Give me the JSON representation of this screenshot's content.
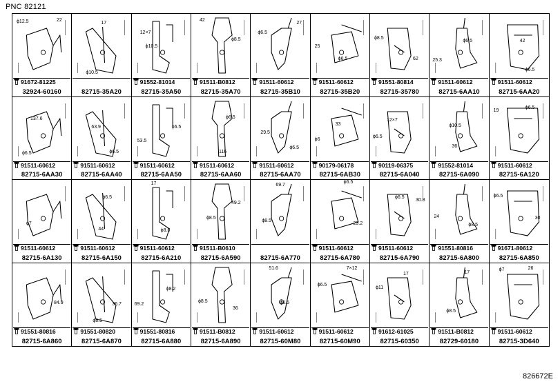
{
  "pnc": "PNC 82121",
  "footer_code": "826672E",
  "cells": [
    {
      "part": "32924-60160",
      "fastener": "91672-81225",
      "tags": [
        {
          "t": "ϕ12.5",
          "l": 6,
          "tp": 8
        },
        {
          "t": "22",
          "l": 64,
          "tp": 6
        }
      ]
    },
    {
      "part": "82715-35A20",
      "fastener": "",
      "tags": [
        {
          "t": "17",
          "l": 42,
          "tp": 10
        },
        {
          "t": "ϕ10.5",
          "l": 20,
          "tp": 82
        }
      ]
    },
    {
      "part": "82715-35A50",
      "fastener": "91552-81014",
      "tags": [
        {
          "t": "12×7",
          "l": 12,
          "tp": 24
        },
        {
          "t": "ϕ10.5",
          "l": 20,
          "tp": 44
        }
      ]
    },
    {
      "part": "82715-35A70",
      "fastener": "91511-B0812",
      "tags": [
        {
          "t": "42",
          "l": 12,
          "tp": 6
        },
        {
          "t": "ϕ8.5",
          "l": 58,
          "tp": 34
        }
      ]
    },
    {
      "part": "82715-35B10",
      "fastener": "91511-60612",
      "tags": [
        {
          "t": "ϕ6.5",
          "l": 10,
          "tp": 24
        },
        {
          "t": "27",
          "l": 66,
          "tp": 10
        }
      ]
    },
    {
      "part": "82715-35B20",
      "fastener": "91511-60612",
      "tags": [
        {
          "t": "25",
          "l": 6,
          "tp": 44
        },
        {
          "t": "ϕ6.5",
          "l": 40,
          "tp": 62
        }
      ]
    },
    {
      "part": "82715-35780",
      "fastener": "91551-80814",
      "tags": [
        {
          "t": "ϕ8.5",
          "l": 6,
          "tp": 32
        },
        {
          "t": "62",
          "l": 62,
          "tp": 62
        }
      ]
    },
    {
      "part": "82715-6AA10",
      "fastener": "91511-60612",
      "tags": [
        {
          "t": "ϕ6.5",
          "l": 48,
          "tp": 36
        },
        {
          "t": "25.3",
          "l": 4,
          "tp": 64
        }
      ]
    },
    {
      "part": "82715-6AA20",
      "fastener": "91511-60612",
      "tags": [
        {
          "t": "42",
          "l": 44,
          "tp": 36
        },
        {
          "t": "ϕ6.5",
          "l": 52,
          "tp": 78
        }
      ]
    },
    {
      "part": "82715-6AA30",
      "fastener": "91511-60612",
      "tags": [
        {
          "t": "137.6",
          "l": 26,
          "tp": 28
        },
        {
          "t": "ϕ6.5",
          "l": 14,
          "tp": 78
        }
      ]
    },
    {
      "part": "82715-6AA40",
      "fastener": "91511-60612",
      "tags": [
        {
          "t": "63.9",
          "l": 28,
          "tp": 40
        },
        {
          "t": "ϕ6.5",
          "l": 54,
          "tp": 76
        }
      ]
    },
    {
      "part": "82715-6AA50",
      "fastener": "91511-60612",
      "tags": [
        {
          "t": "ϕ6.5",
          "l": 58,
          "tp": 40
        },
        {
          "t": "53.5",
          "l": 8,
          "tp": 60
        }
      ]
    },
    {
      "part": "82715-6AA60",
      "fastener": "91511-60612",
      "tags": [
        {
          "t": "ϕ6.5",
          "l": 50,
          "tp": 26
        },
        {
          "t": "116",
          "l": 40,
          "tp": 76
        }
      ]
    },
    {
      "part": "82715-6AA70",
      "fastener": "91511-60612",
      "tags": [
        {
          "t": "29.5",
          "l": 14,
          "tp": 48
        },
        {
          "t": "ϕ6.5",
          "l": 56,
          "tp": 70
        }
      ]
    },
    {
      "part": "82715-6AB30",
      "fastener": "90179-06178",
      "tags": [
        {
          "t": "33",
          "l": 36,
          "tp": 36
        },
        {
          "t": "ϕ6",
          "l": 6,
          "tp": 58
        }
      ]
    },
    {
      "part": "82715-6A040",
      "fastener": "90119-06375",
      "tags": [
        {
          "t": "12×7",
          "l": 24,
          "tp": 30
        },
        {
          "t": "ϕ6.5",
          "l": 4,
          "tp": 54
        }
      ]
    },
    {
      "part": "82715-6A090",
      "fastener": "91552-81014",
      "tags": [
        {
          "t": "ϕ10.5",
          "l": 28,
          "tp": 38
        },
        {
          "t": "36",
          "l": 32,
          "tp": 68
        }
      ]
    },
    {
      "part": "82715-6A120",
      "fastener": "91511-60612",
      "tags": [
        {
          "t": "19",
          "l": 6,
          "tp": 16
        },
        {
          "t": "ϕ6.5",
          "l": 52,
          "tp": 12
        }
      ]
    },
    {
      "part": "82715-6A130",
      "fastener": "91511-60612",
      "tags": [
        {
          "t": "ϕ7",
          "l": 20,
          "tp": 60
        }
      ]
    },
    {
      "part": "82715-6A150",
      "fastener": "91511-60612",
      "tags": [
        {
          "t": "ϕ6.5",
          "l": 44,
          "tp": 22
        },
        {
          "t": "44",
          "l": 38,
          "tp": 68
        }
      ]
    },
    {
      "part": "82715-6A210",
      "fastener": "91511-60612",
      "tags": [
        {
          "t": "17",
          "l": 28,
          "tp": 2
        },
        {
          "t": "ϕ8.5",
          "l": 42,
          "tp": 70
        }
      ]
    },
    {
      "part": "82715-6A590",
      "fastener": "91511-B0610",
      "tags": [
        {
          "t": "49.2",
          "l": 58,
          "tp": 30
        },
        {
          "t": "ϕ8.5",
          "l": 22,
          "tp": 52
        }
      ]
    },
    {
      "part": "82715-6A770",
      "fastener": "",
      "tags": [
        {
          "t": "69.7",
          "l": 36,
          "tp": 4
        },
        {
          "t": "ϕ8.5",
          "l": 16,
          "tp": 56
        }
      ]
    },
    {
      "part": "82715-6A780",
      "fastener": "91511-60612",
      "tags": [
        {
          "t": "ϕ6.5",
          "l": 48,
          "tp": 0
        },
        {
          "t": "23.2",
          "l": 62,
          "tp": 60
        }
      ]
    },
    {
      "part": "82715-6A790",
      "fastener": "91511-60612",
      "tags": [
        {
          "t": "ϕ6.5",
          "l": 36,
          "tp": 22
        },
        {
          "t": "30.8",
          "l": 66,
          "tp": 26
        }
      ]
    },
    {
      "part": "82715-6A800",
      "fastener": "91551-80816",
      "tags": [
        {
          "t": "24",
          "l": 6,
          "tp": 50
        },
        {
          "t": "ϕ8.5",
          "l": 56,
          "tp": 62
        }
      ]
    },
    {
      "part": "82715-6A850",
      "fastener": "91671-80612",
      "tags": [
        {
          "t": "ϕ6.5",
          "l": 6,
          "tp": 20
        },
        {
          "t": "30",
          "l": 66,
          "tp": 52
        }
      ]
    },
    {
      "part": "82715-6A860",
      "fastener": "91551-80816",
      "tags": [
        {
          "t": "84.9",
          "l": 60,
          "tp": 54
        }
      ]
    },
    {
      "part": "82715-6A870",
      "fastener": "91551-80820",
      "tags": [
        {
          "t": "36.7",
          "l": 58,
          "tp": 56
        },
        {
          "t": "ϕ8.5",
          "l": 30,
          "tp": 80
        }
      ]
    },
    {
      "part": "82715-6A880",
      "fastener": "91551-80816",
      "tags": [
        {
          "t": "ϕ8.2",
          "l": 50,
          "tp": 34
        },
        {
          "t": "69.2",
          "l": 4,
          "tp": 56
        }
      ]
    },
    {
      "part": "82715-6A890",
      "fastener": "91511-B0812",
      "tags": [
        {
          "t": "ϕ8.5",
          "l": 10,
          "tp": 52
        },
        {
          "t": "36",
          "l": 60,
          "tp": 62
        }
      ]
    },
    {
      "part": "82715-60M80",
      "fastener": "91511-60612",
      "tags": [
        {
          "t": "51.6",
          "l": 26,
          "tp": 4
        },
        {
          "t": "ϕ6.5",
          "l": 42,
          "tp": 54
        }
      ]
    },
    {
      "part": "82715-60M90",
      "fastener": "91511-60612",
      "tags": [
        {
          "t": "7×12",
          "l": 52,
          "tp": 4
        },
        {
          "t": "ϕ6.5",
          "l": 10,
          "tp": 28
        }
      ]
    },
    {
      "part": "82715-60350",
      "fastener": "91612-61025",
      "tags": [
        {
          "t": "17",
          "l": 48,
          "tp": 12
        },
        {
          "t": "ϕ11",
          "l": 8,
          "tp": 32
        }
      ]
    },
    {
      "part": "82729-60180",
      "fastener": "91511-B0812",
      "tags": [
        {
          "t": "17",
          "l": 50,
          "tp": 10
        },
        {
          "t": "ϕ8.5",
          "l": 24,
          "tp": 66
        }
      ]
    },
    {
      "part": "82715-3D640",
      "fastener": "91511-60612",
      "tags": [
        {
          "t": "ϕ7",
          "l": 14,
          "tp": 6
        },
        {
          "t": "26",
          "l": 56,
          "tp": 4
        }
      ]
    }
  ]
}
